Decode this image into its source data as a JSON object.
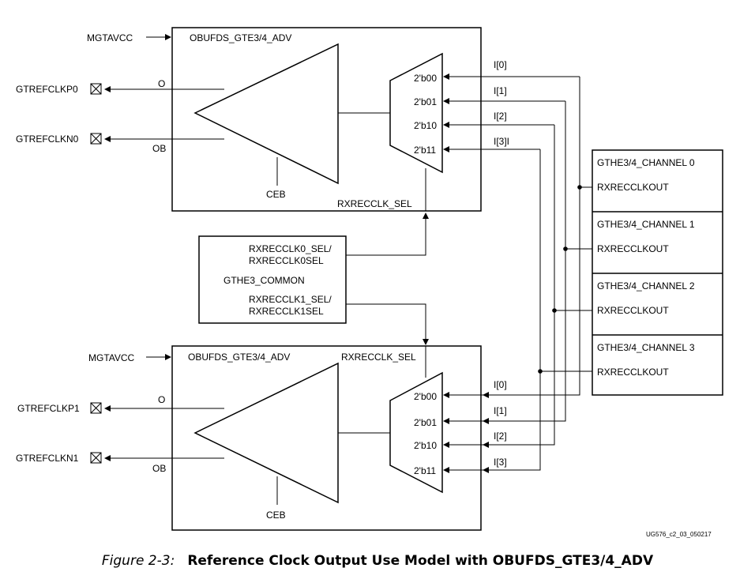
{
  "buffer_top": {
    "title": "OBUFDS_GTE3/4_ADV",
    "supply": "MGTAVCC",
    "out_p_port": "O",
    "out_n_port": "OB",
    "pin_p": "GTREFCLKP0",
    "pin_n": "GTREFCLKN0",
    "ceb": "CEB",
    "sel": "RXRECCLK_SEL",
    "mux_inputs": [
      "2'b00",
      "2'b01",
      "2'b10",
      "2'b11"
    ],
    "input_labels": [
      "I[0]",
      "I[1]",
      "I[2]",
      "I[3]I"
    ]
  },
  "buffer_bottom": {
    "title": "OBUFDS_GTE3/4_ADV",
    "supply": "MGTAVCC",
    "out_p_port": "O",
    "out_n_port": "OB",
    "pin_p": "GTREFCLKP1",
    "pin_n": "GTREFCLKN1",
    "ceb": "CEB",
    "sel": "RXRECCLK_SEL",
    "mux_inputs": [
      "2'b00",
      "2'b01",
      "2'b10",
      "2'b11"
    ],
    "input_labels": [
      "I[0]",
      "I[1]",
      "I[2]",
      "I[3]"
    ]
  },
  "common": {
    "name": "GTHE3_COMMON",
    "sel0_line1": "RXRECCLK0_SEL/",
    "sel0_line2": "RXRECCLK0SEL",
    "sel1_line1": "RXRECCLK1_SEL/",
    "sel1_line2": "RXRECCLK1SEL"
  },
  "channels": [
    {
      "name": "GTHE3/4_CHANNEL 0",
      "port": "RXRECCLKOUT"
    },
    {
      "name": "GTHE3/4_CHANNEL 1",
      "port": "RXRECCLKOUT"
    },
    {
      "name": "GTHE3/4_CHANNEL 2",
      "port": "RXRECCLKOUT"
    },
    {
      "name": "GTHE3/4_CHANNEL 3",
      "port": "RXRECCLKOUT"
    }
  ],
  "figure_id": "UG576_c2_03_050217",
  "caption": {
    "label": "Figure 2-3:",
    "title": "Reference Clock Output Use Model with OBUFDS_GTE3/4_ADV"
  }
}
